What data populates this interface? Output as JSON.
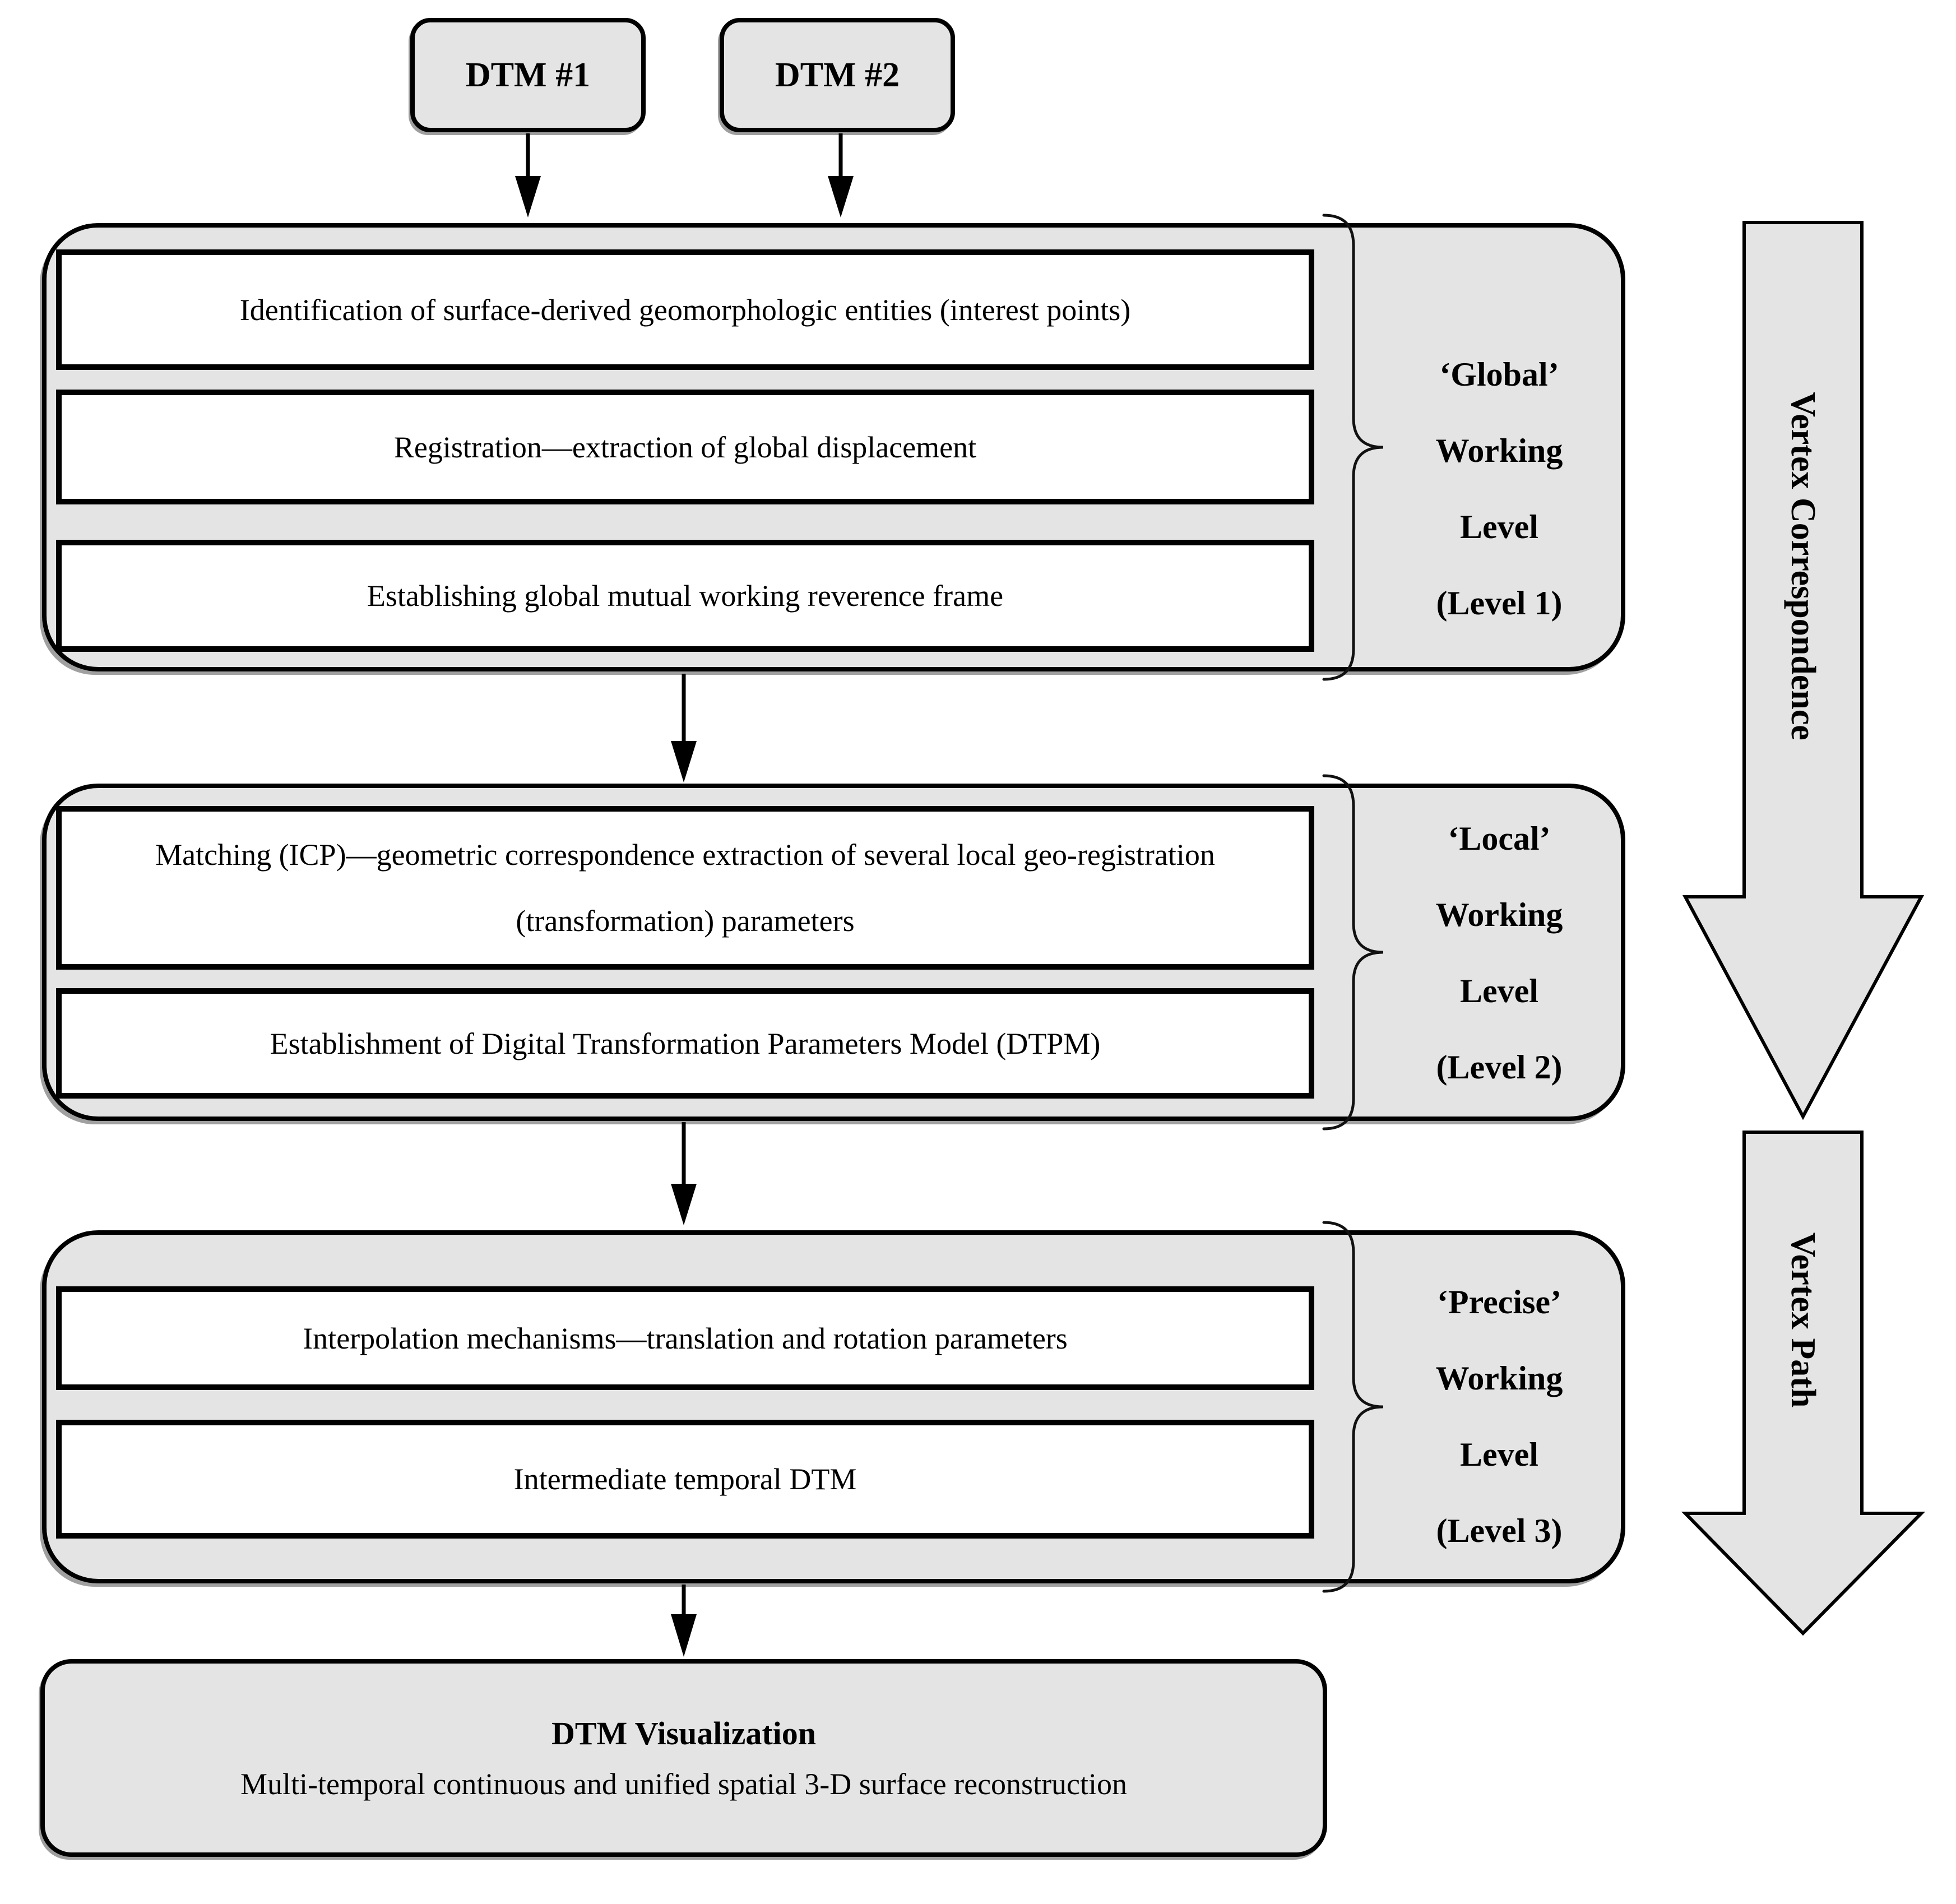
{
  "colors": {
    "shape_fill": "#e4e4e4",
    "step_fill": "#ffffff",
    "border": "#000000",
    "text": "#000000",
    "shadow": "#a0a0a0"
  },
  "inputs": [
    {
      "label": "DTM #1"
    },
    {
      "label": "DTM #2"
    }
  ],
  "levels": [
    {
      "boxes": [
        "Identification of surface-derived geomorphologic entities (interest points)",
        "Registration—extraction of global displacement",
        "Establishing global mutual working reverence frame"
      ],
      "label_lines": [
        "‘Global’",
        "Working",
        "Level",
        "(Level 1)"
      ]
    },
    {
      "boxes": [
        "Matching (ICP)—geometric correspondence extraction of several local geo-registration (transformation) parameters",
        "Establishment of Digital Transformation Parameters Model (DTPM)"
      ],
      "label_lines": [
        "‘Local’",
        "Working",
        "Level",
        "(Level 2)"
      ]
    },
    {
      "boxes": [
        "Interpolation mechanisms—translation and rotation parameters",
        "Intermediate temporal DTM"
      ],
      "label_lines": [
        "‘Precise’",
        "Working",
        "Level",
        "(Level 3)"
      ]
    }
  ],
  "output_box": {
    "title": "DTM Visualization",
    "subtitle": "Multi-temporal continuous and unified spatial 3-D surface reconstruction"
  },
  "side_arrows": [
    {
      "label": "Vertex Correspondence"
    },
    {
      "label": "Vertex Path"
    }
  ]
}
